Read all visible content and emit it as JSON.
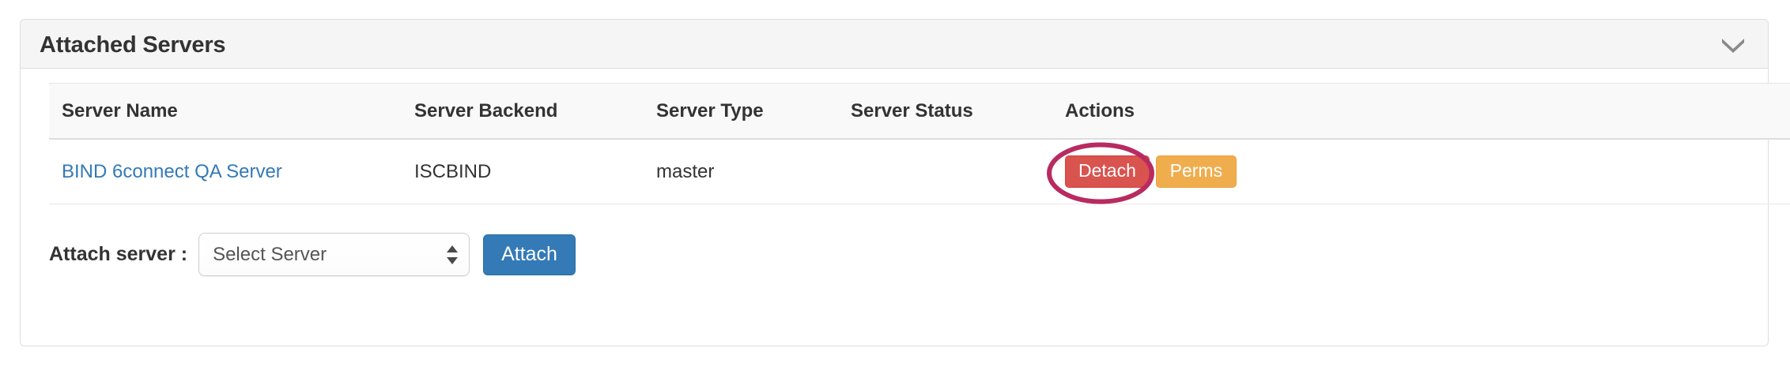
{
  "panel": {
    "title": "Attached Servers",
    "collapse_icon": "chevron-down-icon",
    "collapse_icon_color": "#888888"
  },
  "table": {
    "columns": [
      {
        "key": "server_name",
        "label": "Server Name"
      },
      {
        "key": "server_backend",
        "label": "Server Backend"
      },
      {
        "key": "server_type",
        "label": "Server Type"
      },
      {
        "key": "server_status",
        "label": "Server Status"
      },
      {
        "key": "actions",
        "label": "Actions"
      }
    ],
    "rows": [
      {
        "server_name": "BIND 6connect QA Server",
        "server_backend": "ISCBIND",
        "server_type": "master",
        "server_status": "",
        "actions": {
          "detach_label": "Detach",
          "perms_label": "Perms"
        }
      }
    ]
  },
  "attach_form": {
    "label": "Attach server :",
    "select_value": "Select Server",
    "select_placeholder": "Select Server",
    "attach_button_label": "Attach"
  },
  "colors": {
    "link": "#337ab7",
    "danger": "#d9534f",
    "warning": "#f0ad4e",
    "primary": "#337ab7",
    "annotation_ellipse": "#b82a60",
    "panel_border": "#dddddd",
    "panel_header_bg": "#f5f5f5",
    "table_header_bg": "#f9f9f9"
  },
  "annotation": {
    "type": "ellipse-highlight",
    "target": "detach-button",
    "stroke_color": "#b82a60",
    "stroke_width": 6
  }
}
